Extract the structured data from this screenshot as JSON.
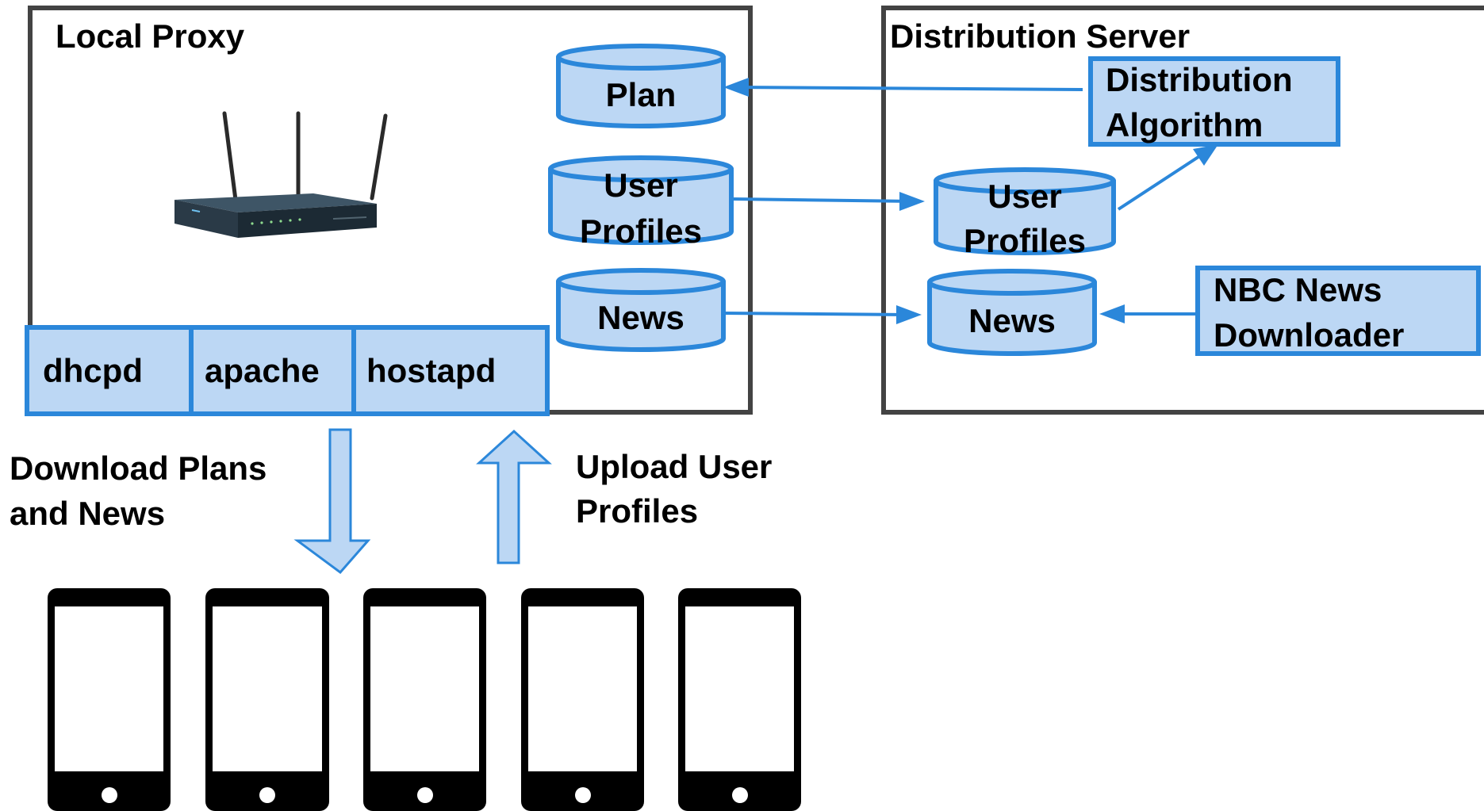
{
  "colors": {
    "container_border": "#434343",
    "blue_stroke": "#2b87da",
    "blue_fill": "#bcd7f4",
    "phone_body": "#000000",
    "phone_screen": "#ffffff"
  },
  "local_proxy": {
    "title": "Local Proxy",
    "router_image": "wireless-router-icon",
    "databases": [
      {
        "id": "plan",
        "lines": [
          "Plan"
        ]
      },
      {
        "id": "user-profiles",
        "lines": [
          "User",
          "Profiles"
        ]
      },
      {
        "id": "news",
        "lines": [
          "News"
        ]
      }
    ],
    "services": [
      "dhcpd",
      "apache",
      "hostapd"
    ]
  },
  "distribution_server": {
    "title": "Distribution Server",
    "algorithm": {
      "lines": [
        "Distribution",
        "Algorithm"
      ]
    },
    "databases": [
      {
        "id": "user-profiles",
        "lines": [
          "User",
          "Profiles"
        ]
      },
      {
        "id": "news",
        "lines": [
          "News"
        ]
      }
    ],
    "downloader": {
      "lines": [
        "NBC News",
        "Downloader"
      ]
    }
  },
  "flows": {
    "download": {
      "lines": [
        "Download Plans",
        "and News"
      ]
    },
    "upload": {
      "lines": [
        "Upload User",
        "Profiles"
      ]
    }
  },
  "devices": {
    "count": 5,
    "icon": "smartphone-icon"
  }
}
